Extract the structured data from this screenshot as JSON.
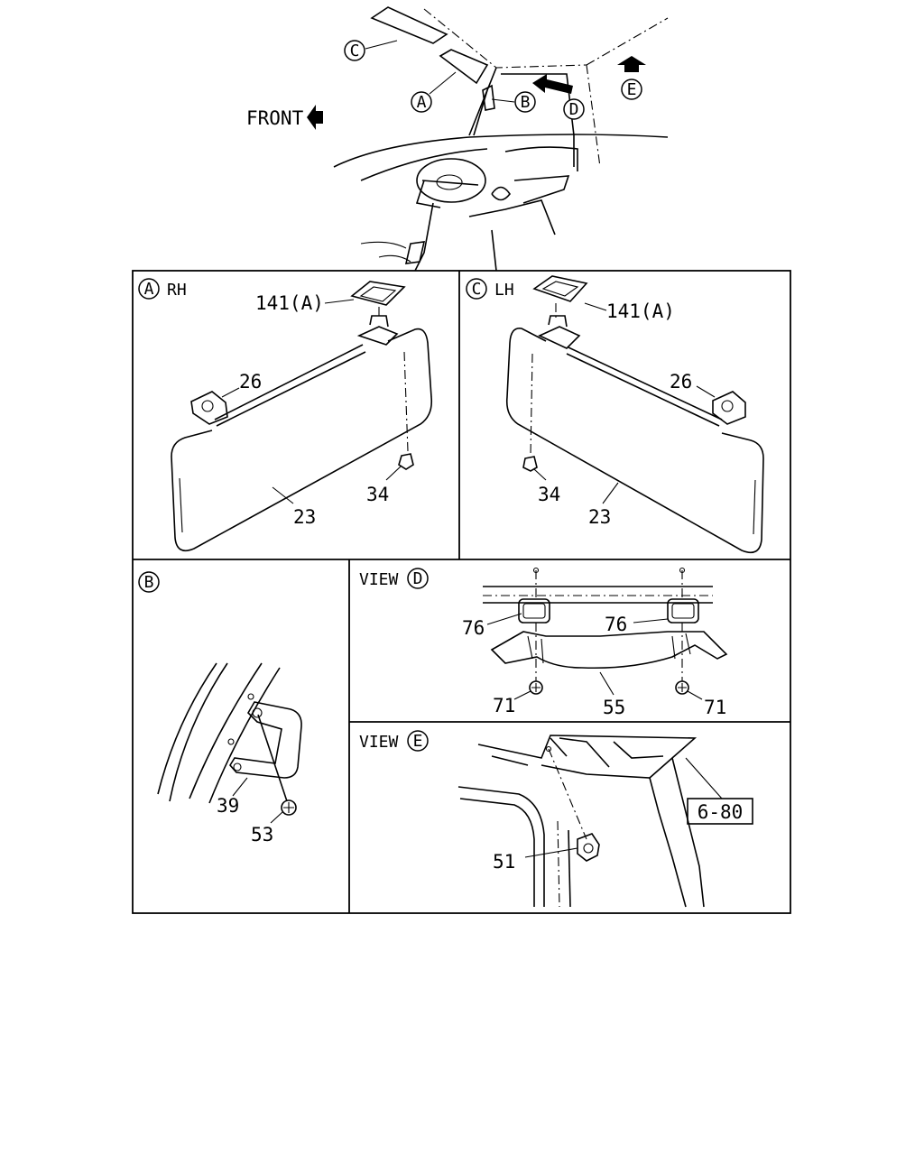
{
  "overview": {
    "front_label": "FRONT",
    "callouts": {
      "a": "A",
      "b": "B",
      "c": "C",
      "d": "D",
      "e": "E"
    }
  },
  "panel_a": {
    "letter": "A",
    "side": "RH",
    "parts": {
      "clip": "141(A)",
      "bracket": "26",
      "visor": "23",
      "screw": "34"
    }
  },
  "panel_c": {
    "letter": "C",
    "side": "LH",
    "parts": {
      "clip": "141(A)",
      "bracket": "26",
      "visor": "23",
      "screw": "34"
    }
  },
  "panel_b": {
    "letter": "B",
    "parts": {
      "bracket": "39",
      "screw": "53"
    }
  },
  "panel_d": {
    "view_label": "VIEW",
    "letter": "D",
    "parts": {
      "cap_left": "76",
      "cap_right": "76",
      "screw_left": "71",
      "screw_right": "71",
      "handle": "55"
    }
  },
  "panel_e": {
    "view_label": "VIEW",
    "letter": "E",
    "parts": {
      "clip": "51",
      "reference": "6-80"
    }
  }
}
